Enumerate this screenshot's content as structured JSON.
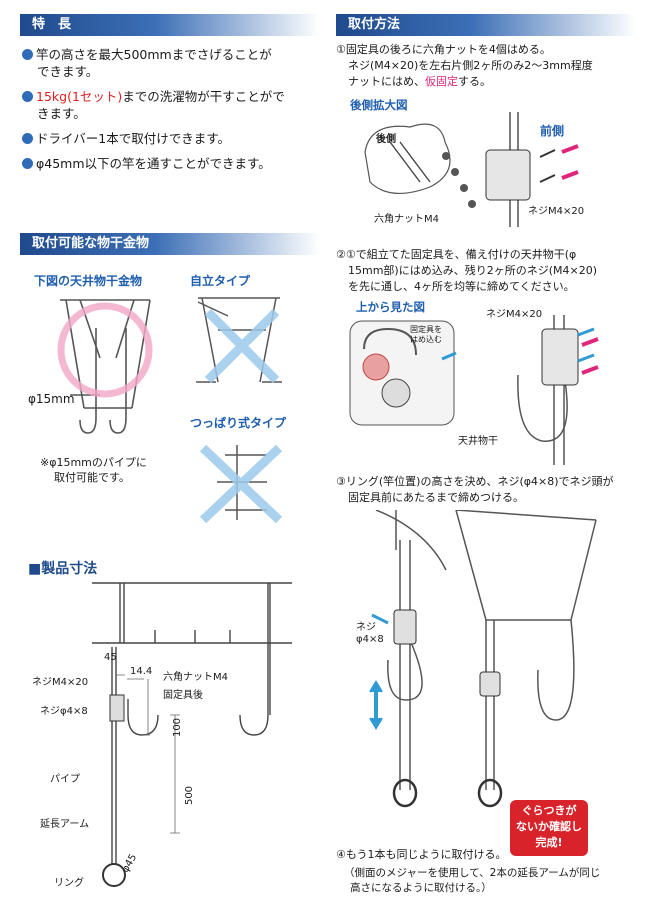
{
  "features": {
    "header": "特　長",
    "items": [
      {
        "line1": "竿の高さを最大500mmまでさげることが",
        "line2": "できます。"
      },
      {
        "line1_accent": "15kg(1セット)",
        "line1_rest": "までの洗濯物が干すことがで",
        "line2": "きます。"
      },
      {
        "line1": "ドライバー1本で取付けできます。",
        "line2": ""
      },
      {
        "line1": "φ45mm以下の竿を通すことができます。",
        "line2": ""
      }
    ]
  },
  "compatible": {
    "header": "取付可能な物干金物",
    "ceiling_label": "下図の天井物干金物",
    "standalone_label": "自立タイプ",
    "tension_label": "つっぱり式タイプ",
    "pipe_label": "φ15mm",
    "note_line1": "※φ15mmのパイプに",
    "note_line2": "取付可能です。"
  },
  "dimensions": {
    "header": "■製品寸法",
    "labels": {
      "w45": "45",
      "w14": "14.4",
      "screw_m4": "ネジM4×20",
      "nut_m4": "六角ナットM4",
      "fixture_rear": "固定具後",
      "screw_phi4": "ネジφ4×8",
      "d100": "100",
      "pipe": "パイプ",
      "d500": "500",
      "arm": "延長アーム",
      "ring": "リング",
      "phi45": "φ45"
    }
  },
  "install": {
    "header": "取付方法",
    "step1_line1": "①固定具の後ろに六角ナットを4個はめる。",
    "step1_line2": "ネジ(M4×20)を左右片側2ヶ所のみ2～3mm程度",
    "step1_line3_a": "ナットにはめ、",
    "step1_line3_accent": "仮固定",
    "step1_line3_b": "する。",
    "rear_zoom": "後側拡大図",
    "rear": "後側",
    "front": "前側",
    "hex_nut": "六角ナットM4",
    "screw_m4": "ネジM4×20",
    "step2_line1": "②①で組立てた固定具を、備え付けの天井物干(φ",
    "step2_line2": "15mm部)にはめ込み、残り2ヶ所のネジ(M4×20)",
    "step2_line3": "を先に通し、4ヶ所を均等に締めてください。",
    "top_view": "上から見た図",
    "screw_m4_2": "ネジM4×20",
    "insert1": "固定具を",
    "insert2": "はめ込む",
    "ceiling_rack": "天井物干",
    "step3_line1": "③リング(竿位置)の高さを決め、ネジ(φ4×8)でネジ頭が",
    "step3_line2": "固定具前にあたるまで締めつける。",
    "screw_a": "ネジ",
    "screw_b": "φ4×8",
    "check_line1": "ぐらつきが",
    "check_line2": "ないか確認し",
    "check_line3": "完成!",
    "step4": "④もう1本も同じように取付ける。",
    "note_line1": "（側面のメジャーを使用して、2本の延長アームが同じ",
    "note_line2": "高さになるように取付ける。）"
  },
  "colors": {
    "accent_blue": "#2f6cb8",
    "accent_red": "#e02020",
    "accent_pink": "#e0267a",
    "check_bg": "#d8232a"
  }
}
